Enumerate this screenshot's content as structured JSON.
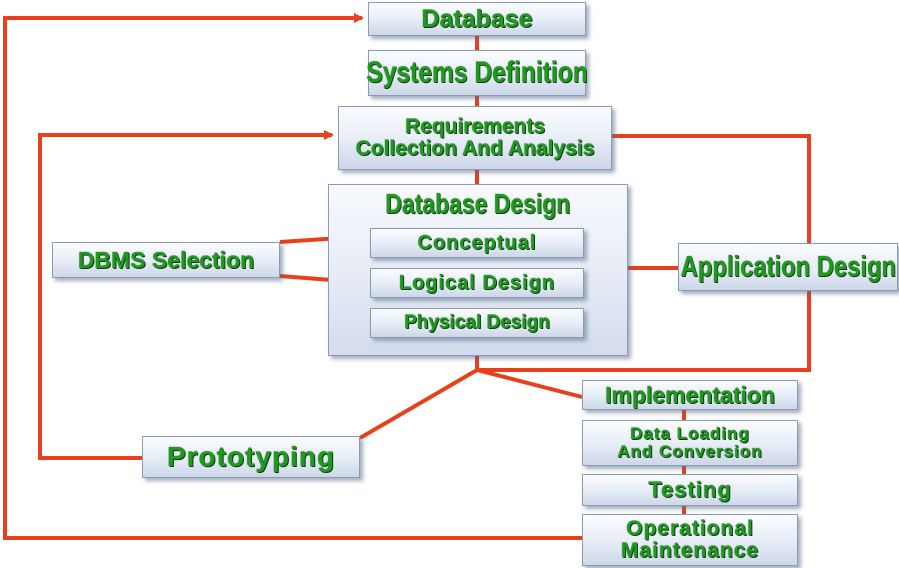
{
  "colors": {
    "connector": "#e8401a",
    "text": "#1f9a1f",
    "box_border": "#8a9bb6"
  },
  "boxes": {
    "database": "Database",
    "systems_definition": "Systems Definition",
    "requirements": {
      "line1": "Requirements",
      "line2": "Collection And Analysis"
    },
    "database_design": "Database Design",
    "conceptual": "Conceptual",
    "logical_design": "Logical Design",
    "physical_design": "Physical Design",
    "dbms_selection": "DBMS Selection",
    "application_design": "Application Design",
    "prototyping": "Prototyping",
    "implementation": "Implementation",
    "data_loading": {
      "line1": "Data Loading",
      "line2": "And Conversion"
    },
    "testing": "Testing",
    "operational_maintenance": {
      "line1": "Operational",
      "line2": "Maintenance"
    }
  }
}
